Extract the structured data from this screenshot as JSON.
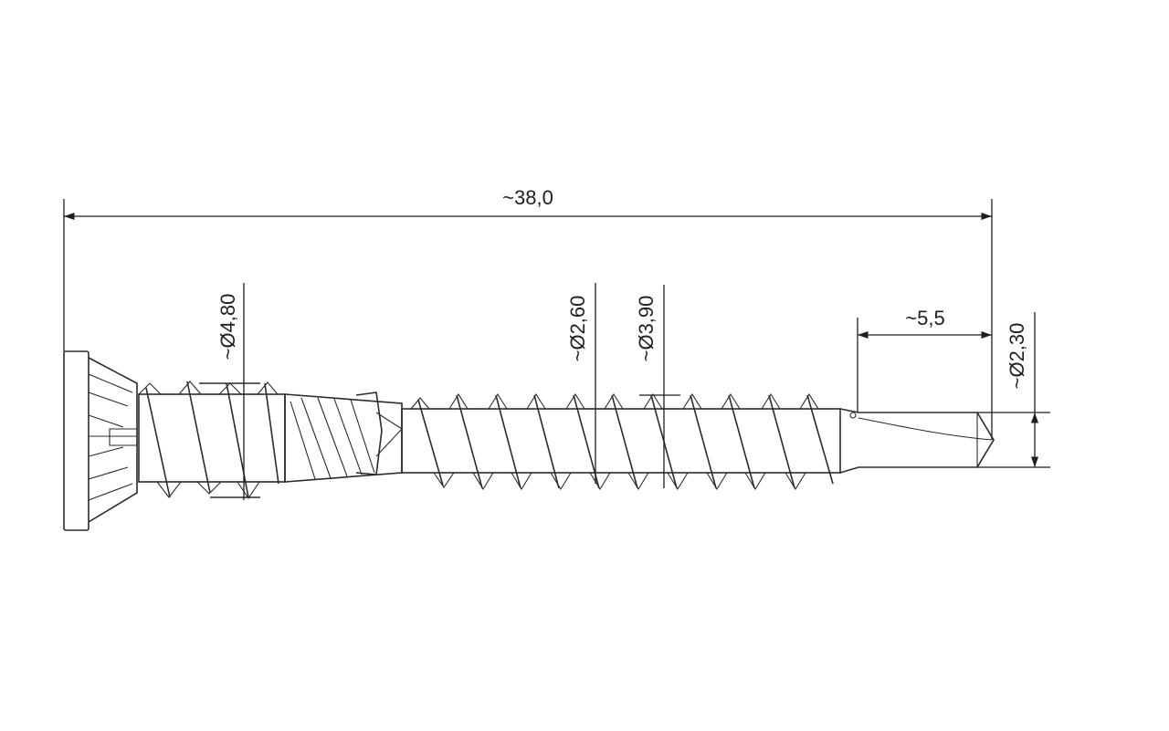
{
  "dimensions": {
    "overall_length": "~38,0",
    "head_thread_diameter": "~Ø4,80",
    "core_diameter": "~Ø2,60",
    "thread_diameter": "~Ø3,90",
    "drill_point_length": "~5,5",
    "drill_point_diameter": "~Ø2,30"
  }
}
